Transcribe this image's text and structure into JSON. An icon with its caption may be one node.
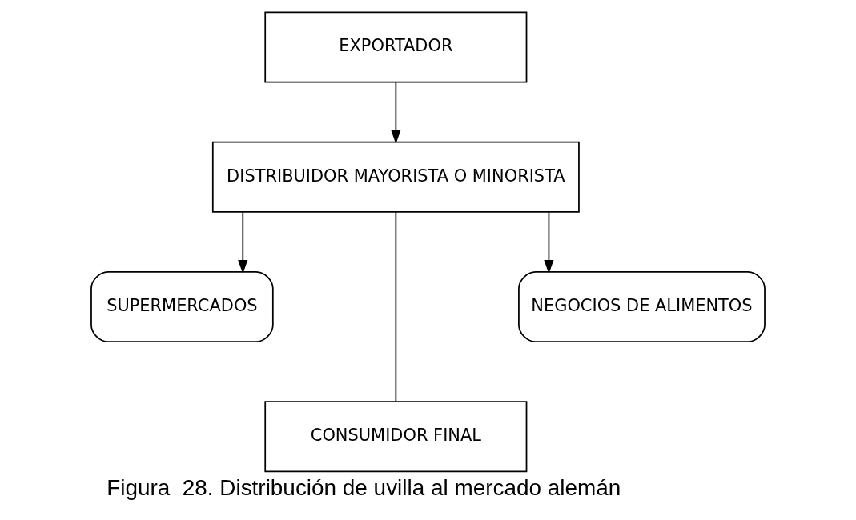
{
  "diagram": {
    "caption": "Figura  28. Distribución de uvilla al mercado alemán",
    "nodes": [
      {
        "text": [
          "EXPORTADOR"
        ]
      },
      {
        "text": [
          "DISTRIBUIDOR MAYORISTA O MINORISTA"
        ]
      },
      {
        "text": [
          "SUPERMERCADOS"
        ]
      },
      {
        "text": [
          "NEGOCIOS DE ALIMENTOS"
        ]
      },
      {
        "text": [
          "CONSUMIDOR FINAL"
        ]
      }
    ],
    "edges": [
      {
        "from": 0,
        "to": 1,
        "arrow": "to"
      },
      {
        "from": 1,
        "to": 2,
        "arrow": "to"
      },
      {
        "from": 1,
        "to": 3,
        "arrow": "to"
      },
      {
        "from": 1,
        "to": 4,
        "arrow": "none"
      }
    ]
  }
}
